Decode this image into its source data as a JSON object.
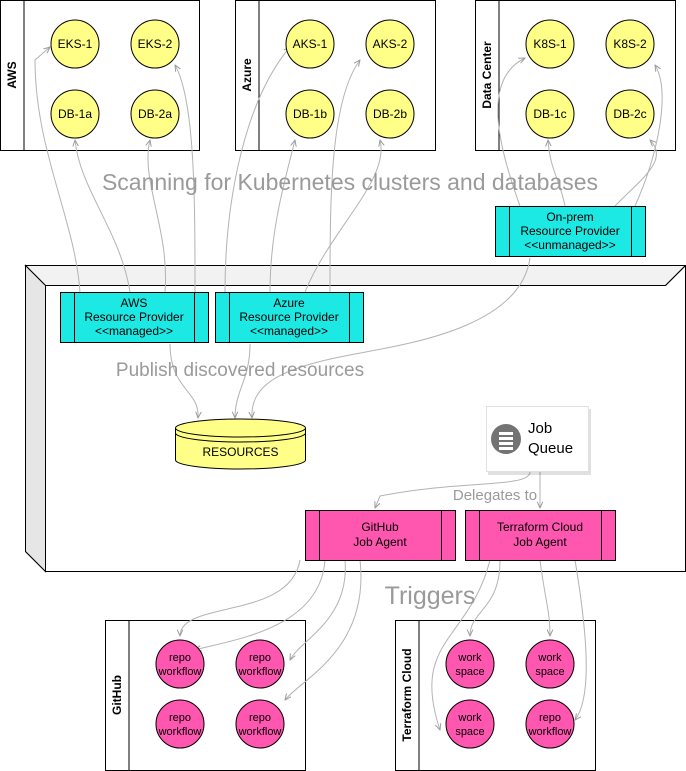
{
  "groups": {
    "aws": "AWS",
    "azure": "Azure",
    "datacenter": "Data Center",
    "github": "GitHub",
    "terraform": "Terraform Cloud"
  },
  "clusters": {
    "eks1": "EKS-1",
    "eks2": "EKS-2",
    "db1a": "DB-1a",
    "db2a": "DB-2a",
    "aks1": "AKS-1",
    "aks2": "AKS-2",
    "db1b": "DB-1b",
    "db2b": "DB-2b",
    "k8s1": "K8S-1",
    "k8s2": "K8S-2",
    "db1c": "DB-1c",
    "db2c": "DB-2c"
  },
  "annotations": {
    "scanning": "Scanning for Kubernetes clusters and databases",
    "publish": "Publish discovered resources",
    "delegates": "Delegates to",
    "triggers": "Triggers"
  },
  "providers": {
    "onprem": [
      "On-prem",
      "Resource Provider",
      "<<unmanaged>>"
    ],
    "aws": [
      "AWS",
      "Resource Provider",
      "<<managed>>"
    ],
    "azure": [
      "Azure",
      "Resource Provider",
      "<<managed>>"
    ]
  },
  "resources_label": "RESOURCES",
  "job_queue": [
    "Job",
    "Queue"
  ],
  "agents": {
    "github": [
      "GitHub",
      "Job Agent"
    ],
    "terraform": [
      "Terraform Cloud",
      "Job Agent"
    ]
  },
  "targets": {
    "gh1": [
      "repo",
      "workflow"
    ],
    "gh2": [
      "repo",
      "workflow"
    ],
    "gh3": [
      "repo",
      "workflow"
    ],
    "gh4": [
      "repo",
      "workflow"
    ],
    "tf1": [
      "work",
      "space"
    ],
    "tf2": [
      "work",
      "space"
    ],
    "tf3": [
      "work",
      "space"
    ],
    "tf4": [
      "repo",
      "workflow"
    ]
  },
  "colors": {
    "cluster_fill": "#ffff88",
    "provider_fill": "#1de9e4",
    "agent_fill": "#ff56b0",
    "resource_fill": "#ffff88",
    "annotation_text": "#9a9a9a",
    "edge": "#b3b3b3",
    "icon": "#737373"
  },
  "icons": {
    "job_queue": "list-icon"
  }
}
